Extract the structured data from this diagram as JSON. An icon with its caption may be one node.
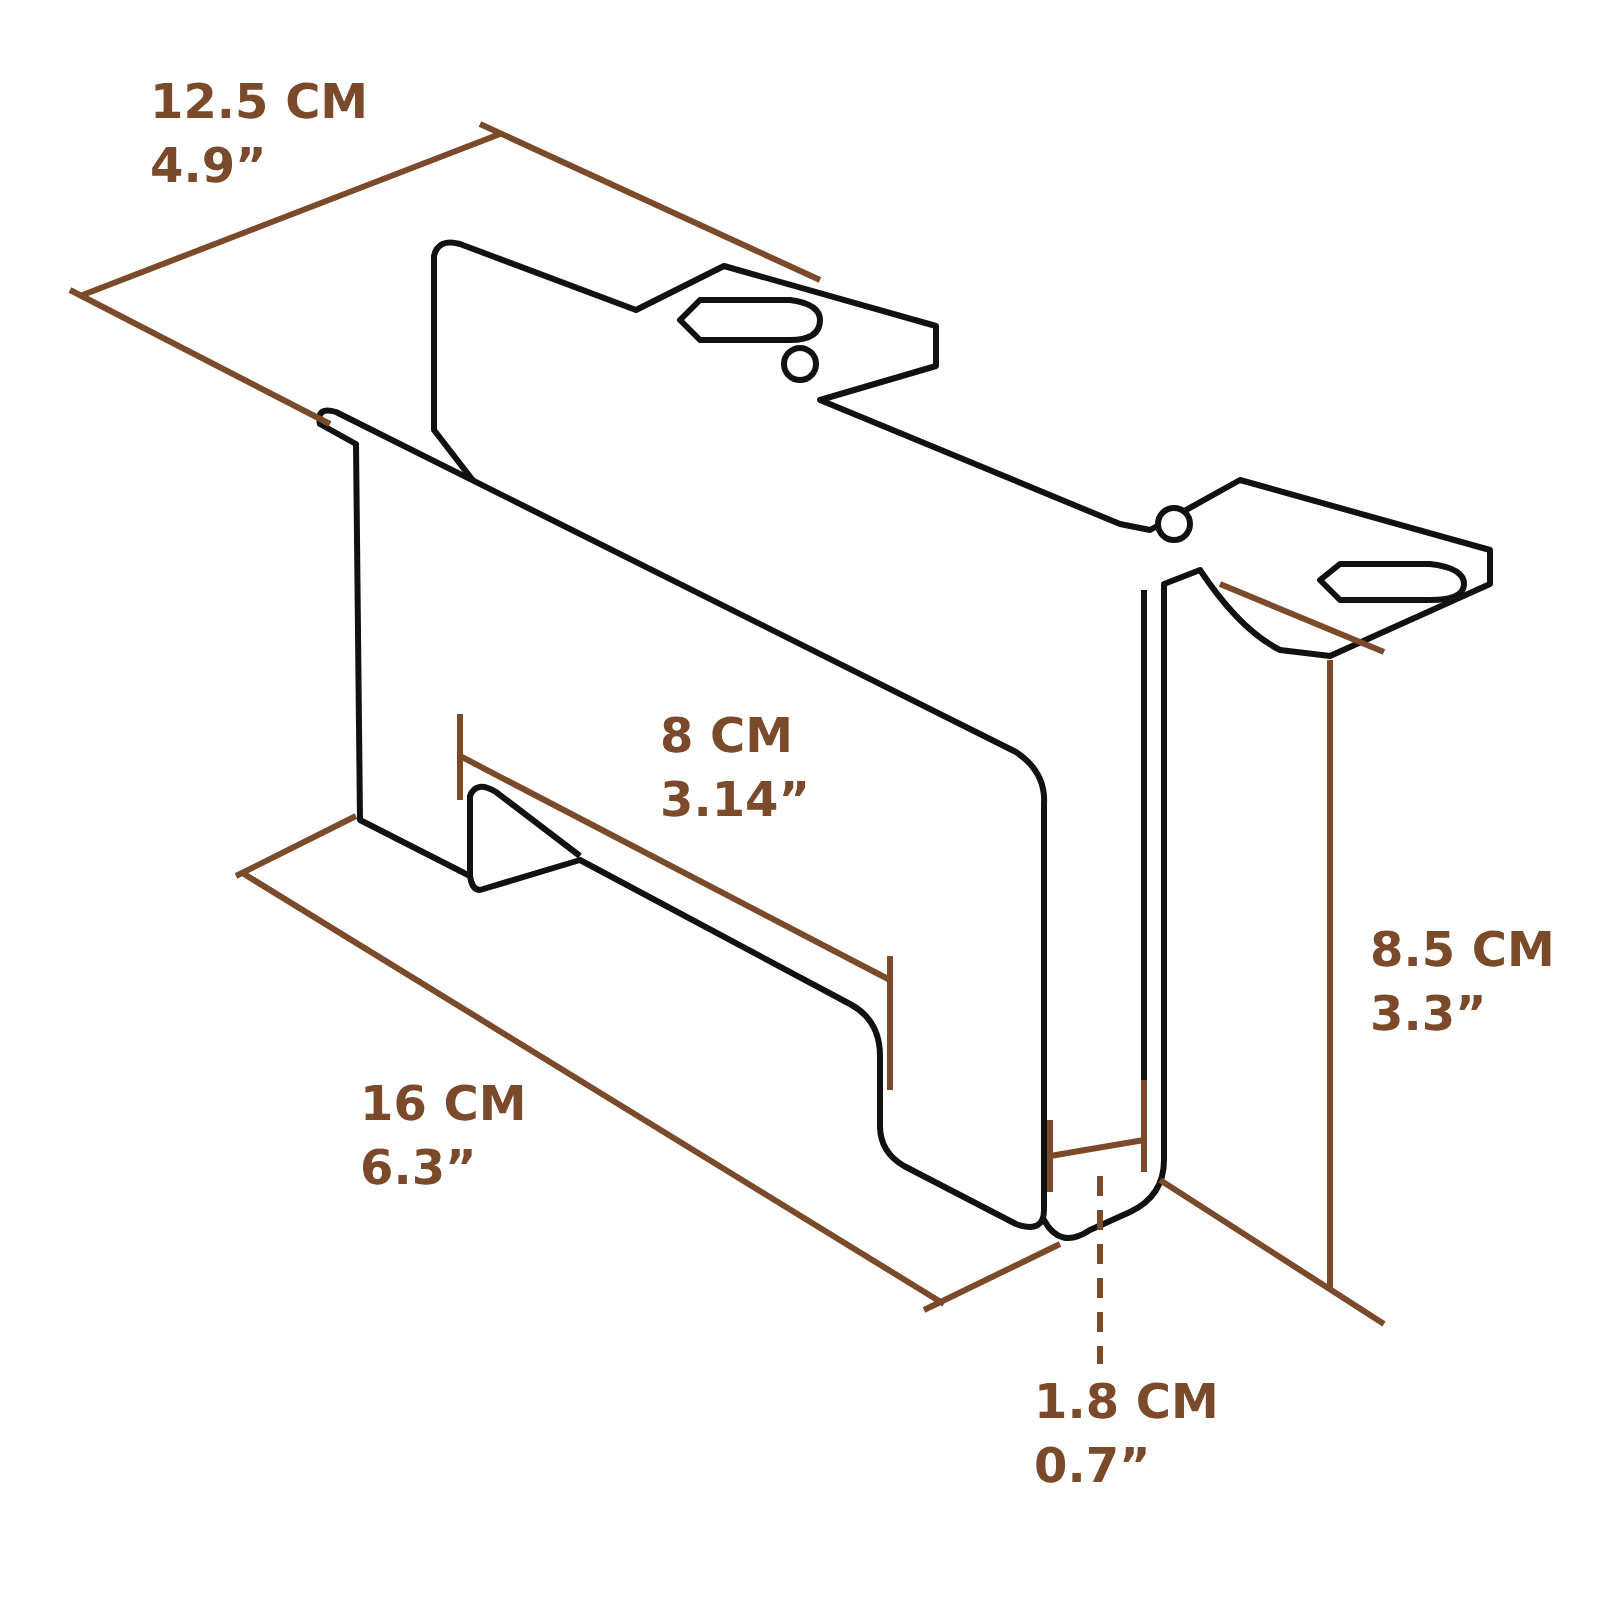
{
  "diagram": {
    "labels": [
      "12.5 CM",
      "4.9”",
      "8 CM",
      "3.14”",
      "16 CM",
      "6.3”",
      "8.5 CM",
      "3.3”",
      "1.8 CM",
      "0.7”"
    ]
  }
}
